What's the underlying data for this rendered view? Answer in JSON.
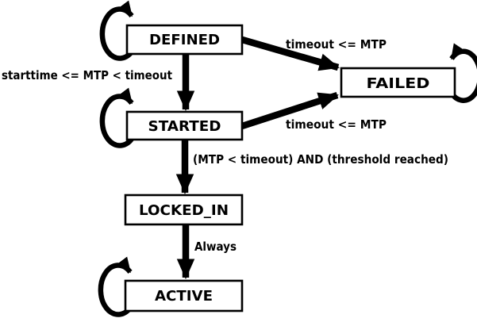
{
  "diagram": {
    "type": "state-machine",
    "background_color": "#ffffff",
    "stroke_color": "#000000",
    "box_fill_color": "#ffffff",
    "states": [
      {
        "label": "DEFINED",
        "self_loop": true
      },
      {
        "label": "STARTED",
        "self_loop": true
      },
      {
        "label": "FAILED",
        "self_loop": true
      },
      {
        "label": "LOCKED_IN",
        "self_loop": false
      },
      {
        "label": "ACTIVE",
        "self_loop": true
      }
    ],
    "transitions": [
      {
        "from": "DEFINED",
        "to": "STARTED",
        "label": "starttime <= MTP < timeout"
      },
      {
        "from": "DEFINED",
        "to": "FAILED",
        "label": "timeout <= MTP"
      },
      {
        "from": "STARTED",
        "to": "FAILED",
        "label": "timeout <= MTP"
      },
      {
        "from": "STARTED",
        "to": "LOCKED_IN",
        "label": "(MTP < timeout) AND (threshold reached)"
      },
      {
        "from": "LOCKED_IN",
        "to": "ACTIVE",
        "label": "Always"
      }
    ]
  }
}
